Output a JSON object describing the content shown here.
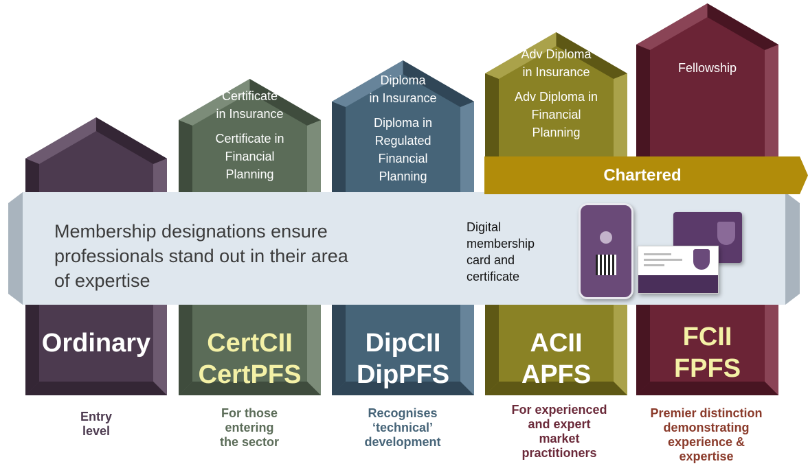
{
  "columns": [
    {
      "id": "ordinary",
      "top_lines": [],
      "designation": [
        "Ordinary"
      ],
      "caption": [
        "Entry",
        "level"
      ],
      "colors": {
        "body": "#4c3a4f",
        "light": "#6d5a70",
        "dark": "#342635",
        "text": "#ffffff",
        "caption": "#4c3a4f"
      }
    },
    {
      "id": "cert",
      "top_lines": [
        [
          "Certificate",
          "in Insurance"
        ],
        [
          "Certificate in",
          "Financial",
          "Planning"
        ]
      ],
      "designation": [
        "CertCII",
        "CertPFS"
      ],
      "caption": [
        "For those",
        "entering",
        "the sector"
      ],
      "colors": {
        "body": "#5b6c58",
        "light": "#7c8c79",
        "dark": "#3f4c3d",
        "text": "#f4f1a6",
        "caption": "#5b6c58"
      }
    },
    {
      "id": "dip",
      "top_lines": [
        [
          "Diploma",
          "in Insurance"
        ],
        [
          "Diploma in",
          "Regulated",
          "Financial",
          "Planning"
        ]
      ],
      "designation": [
        "DipCII",
        "DipPFS"
      ],
      "caption": [
        "Recognises",
        "‘technical’",
        "development"
      ],
      "colors": {
        "body": "#466478",
        "light": "#67849a",
        "dark": "#304657",
        "text": "#ffffff",
        "caption": "#466478"
      }
    },
    {
      "id": "acii",
      "top_lines": [
        [
          "Adv Diploma",
          "in Insurance"
        ],
        [
          "Adv Diploma in",
          "Financial",
          "Planning"
        ]
      ],
      "designation": [
        "ACII",
        "APFS"
      ],
      "caption": [
        "For experienced",
        "and expert",
        "market",
        "practitioners"
      ],
      "colors": {
        "body": "#8a8225",
        "light": "#aaa24a",
        "dark": "#5e5815",
        "text": "#ffffff",
        "caption": "#6b2a3a"
      }
    },
    {
      "id": "fcii",
      "top_lines": [
        [
          "Fellowship"
        ]
      ],
      "designation": [
        "FCII",
        "FPFS"
      ],
      "caption": [
        "Premier distinction",
        "demonstrating",
        "experience &",
        "expertise"
      ],
      "colors": {
        "body": "#6b2436",
        "light": "#8a4456",
        "dark": "#481522",
        "text": "#f4f1a6",
        "caption": "#8a3a2a"
      }
    }
  ],
  "banner": {
    "message": [
      "Membership designations ensure",
      "professionals stand out in their area",
      "of expertise"
    ],
    "card_label": [
      "Digital",
      "membership",
      "card and",
      "certificate"
    ]
  },
  "chartered": {
    "label": "Chartered",
    "color": "#b18c0a"
  }
}
